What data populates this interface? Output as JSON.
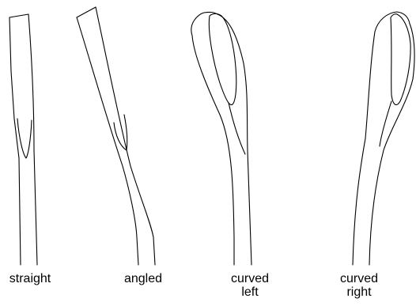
{
  "panels": [
    {
      "label_lines": [
        "straight"
      ]
    },
    {
      "label_lines": [
        "angled"
      ]
    },
    {
      "label_lines": [
        "curved",
        "left"
      ]
    },
    {
      "label_lines": [
        "curved",
        "right"
      ]
    }
  ]
}
